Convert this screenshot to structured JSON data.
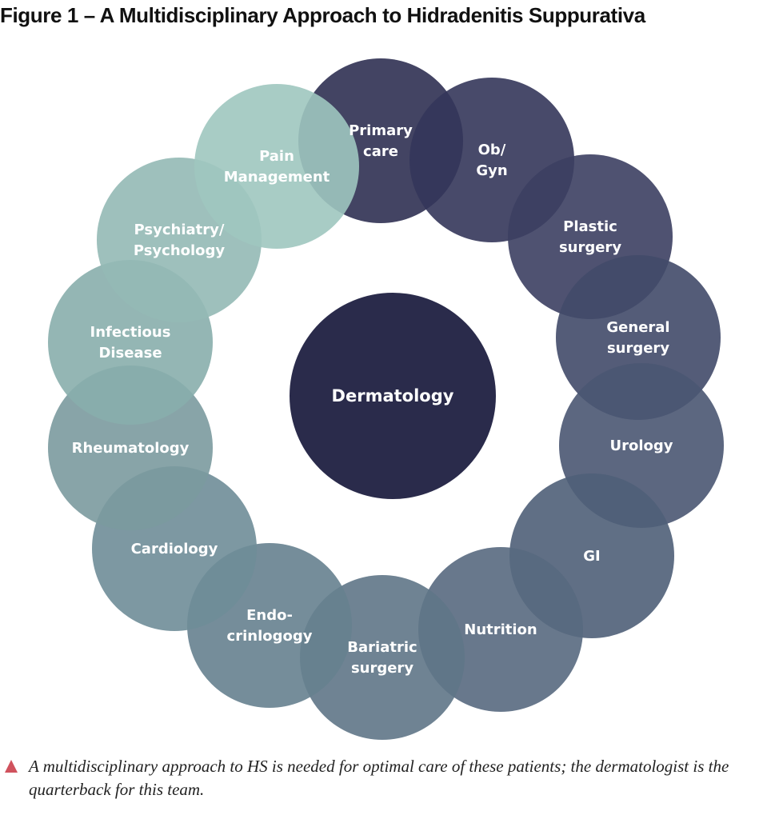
{
  "title": "Figure 1 – A Multidisciplinary Approach to Hidradenitis Suppurativa",
  "center": {
    "label": "Dermatology",
    "color": "#2a2b4b"
  },
  "specialties": [
    {
      "lines": [
        "Primary",
        "care"
      ],
      "color": "#2f3052"
    },
    {
      "lines": [
        "Ob/",
        "Gyn"
      ],
      "color": "#34365a"
    },
    {
      "lines": [
        "Plastic",
        "surgery"
      ],
      "color": "#3c3f62"
    },
    {
      "lines": [
        "General",
        "surgery"
      ],
      "color": "#414a69"
    },
    {
      "lines": [
        "Urology"
      ],
      "color": "#4a5672"
    },
    {
      "lines": [
        "GI"
      ],
      "color": "#4f5f78"
    },
    {
      "lines": [
        "Nutrition"
      ],
      "color": "#58697f"
    },
    {
      "lines": [
        "Bariatric",
        "surgery"
      ],
      "color": "#5f7587"
    },
    {
      "lines": [
        "Endo-",
        "crinlogogy"
      ],
      "color": "#66818f"
    },
    {
      "lines": [
        "Cardiology"
      ],
      "color": "#6f8d98"
    },
    {
      "lines": [
        "Rheumatology"
      ],
      "color": "#7b9a9f"
    },
    {
      "lines": [
        "Infectious",
        "Disease"
      ],
      "color": "#88aeac"
    },
    {
      "lines": [
        "Psychiatry/",
        "Psychology"
      ],
      "color": "#93b9b5"
    },
    {
      "lines": [
        "Pain",
        "Management"
      ],
      "color": "#9fc7bf"
    }
  ],
  "caption": {
    "icon": "triangle-marker-icon",
    "icon_color": "#d0525d",
    "text": "A multidisciplinary approach to HS is needed for optimal care of these patients; the dermatologist is the quarterback for this team."
  }
}
